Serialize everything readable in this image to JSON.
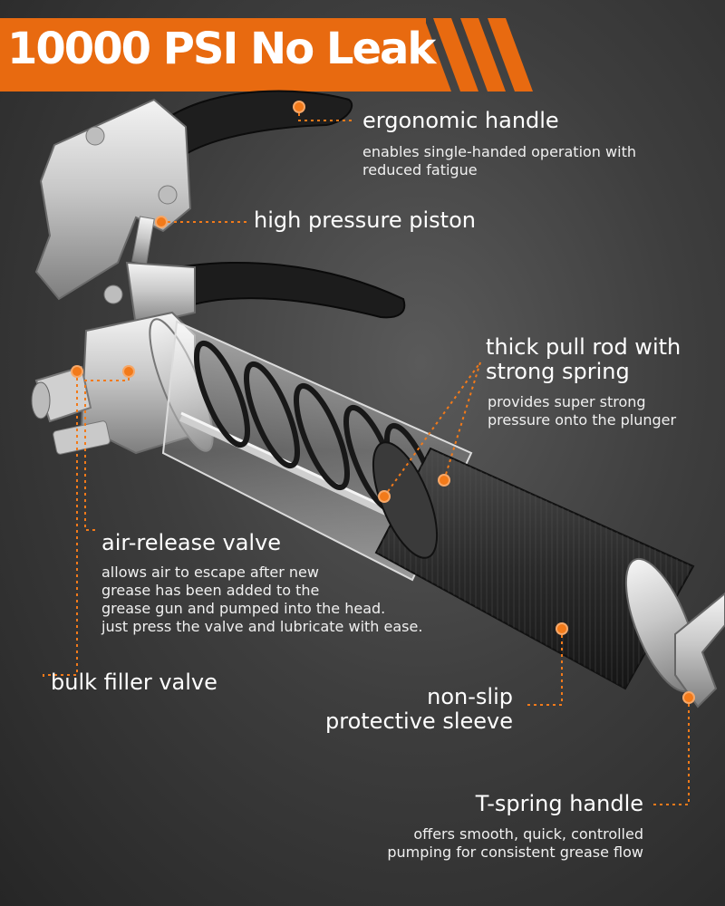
{
  "banner": {
    "title": "10000 PSI No Leak"
  },
  "callouts": {
    "ergonomic_handle": {
      "title": "ergonomic handle",
      "desc": [
        "enables single-handed operation with",
        "reduced fatigue"
      ]
    },
    "high_pressure_piston": {
      "title": "high pressure piston"
    },
    "pull_rod": {
      "title": [
        "thick pull rod with",
        "strong spring"
      ],
      "desc": [
        "provides super strong",
        "pressure onto the plunger"
      ]
    },
    "air_release_valve": {
      "title": "air-release valve",
      "desc": [
        "allows air to escape after new",
        "grease has been added to the",
        "grease gun and pumped into the head.",
        "just press the valve and lubricate with ease."
      ]
    },
    "bulk_filler_valve": {
      "title": "bulk filler valve"
    },
    "non_slip_sleeve": {
      "title": [
        "non-slip",
        "protective sleeve"
      ]
    },
    "t_spring_handle": {
      "title": "T-spring handle",
      "desc": [
        "offers smooth, quick, controlled",
        "pumping for consistent grease flow"
      ]
    }
  },
  "colors": {
    "accent": "#e86a10",
    "background": "#3e3e3e",
    "text": "#ffffff"
  }
}
